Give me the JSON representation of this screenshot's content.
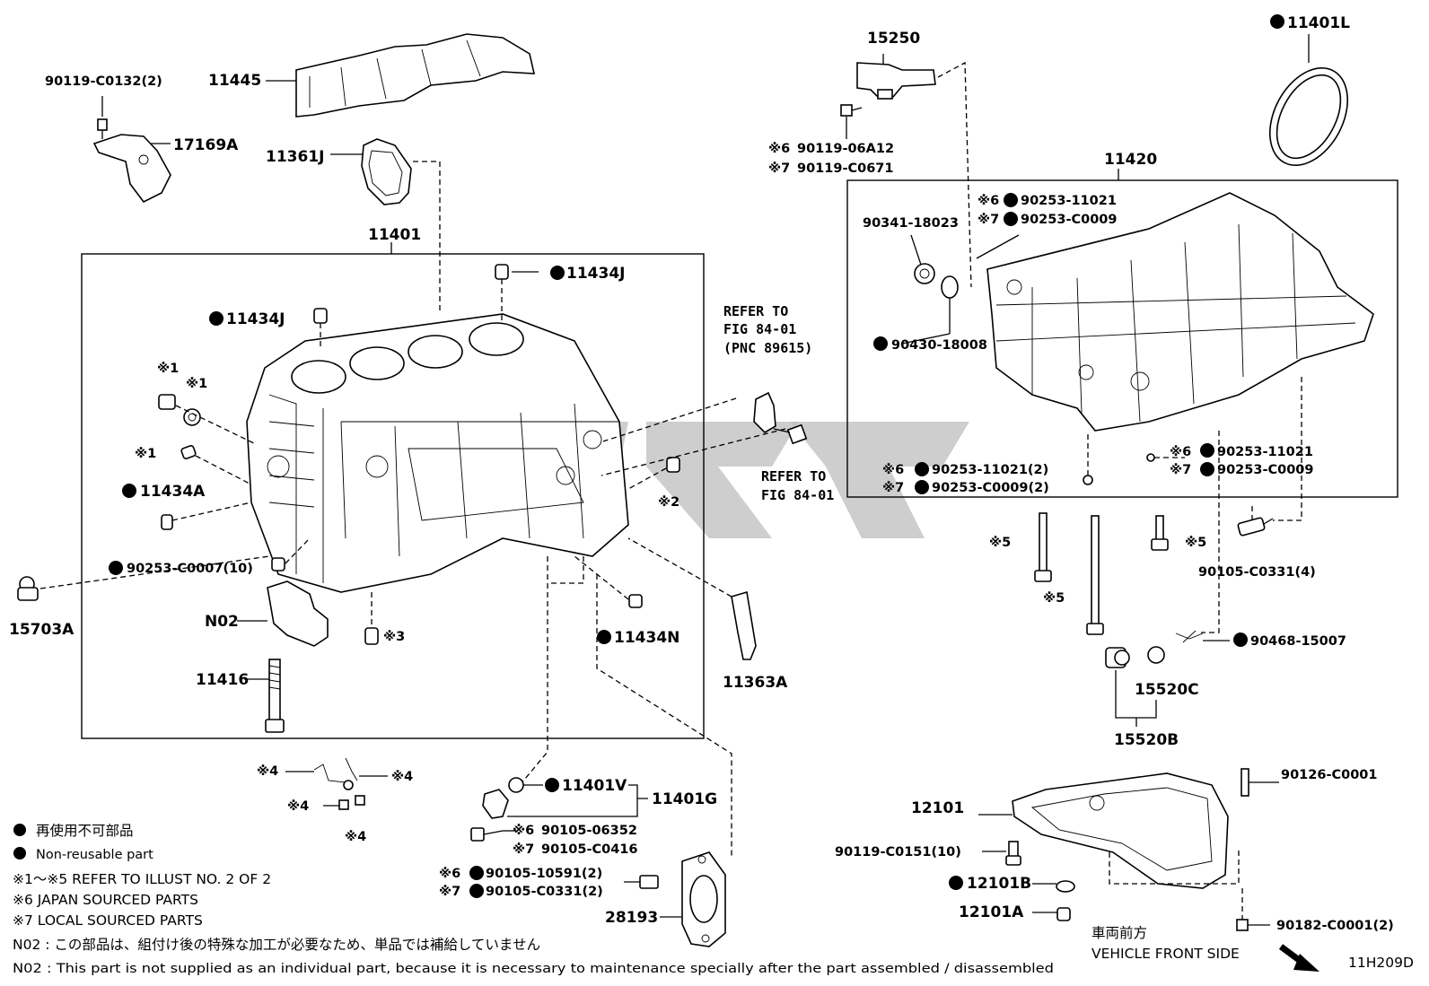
{
  "labels": {
    "p90119_C0132": "90119-C0132(2)",
    "p11445": "11445",
    "p17169A": "17169A",
    "p11361J": "11361J",
    "p11401": "11401",
    "p11434J_top": "11434J",
    "p11434J_left": "11434J",
    "p11434A": "11434A",
    "p90253_C0007": "90253-C0007(10)",
    "p15703A": "15703A",
    "pN02": "N02",
    "p11416": "11416",
    "p11434N": "11434N",
    "p11363A": "11363A",
    "p15250": "15250",
    "p90119_06A12": "90119-06A12",
    "p90119_C0671": "90119-C0671",
    "p11401L": "11401L",
    "p11420": "11420",
    "p90253_11021_a": "90253-11021",
    "p90253_C0009_a": "90253-C0009",
    "p90341_18023": "90341-18023",
    "p90430_18008": "90430-18008",
    "p90253_11021_b": "90253-11021(2)",
    "p90253_C0009_b": "90253-C0009(2)",
    "p90253_11021_c": "90253-11021",
    "p90253_C0009_c": "90253-C0009",
    "p90105_C0331_4": "90105-C0331(4)",
    "p90468_15007": "90468-15007",
    "p15520C": "15520C",
    "p15520B": "15520B",
    "p90126_C0001": "90126-C0001",
    "p12101": "12101",
    "p90119_C0151": "90119-C0151(10)",
    "p12101B": "12101B",
    "p12101A": "12101A",
    "p90182_C0001": "90182-C0001(2)",
    "p11401V": "11401V",
    "p11401G": "11401G",
    "p90105_06352": "90105-06352",
    "p90105_C0416": "90105-C0416",
    "p90105_10591": "90105-10591(2)",
    "p90105_C0331_2": "90105-C0331(2)",
    "p28193": "28193"
  },
  "marks": {
    "m1a": "※1",
    "m1b": "※1",
    "m1c": "※1",
    "m2": "※2",
    "m3": "※3",
    "m4a": "※4",
    "m4b": "※4",
    "m4c": "※4",
    "m4d": "※4",
    "m5a": "※5",
    "m5b": "※5",
    "m5c": "※5",
    "m6a": "※6",
    "m7a": "※7",
    "m6b": "※6",
    "m7b": "※7",
    "m6c": "※6",
    "m7c": "※7",
    "m6d": "※6",
    "m7d": "※7",
    "m6e": "※6",
    "m7e": "※7",
    "m6f": "※6",
    "m7f": "※7"
  },
  "refers": {
    "r1_line1": "REFER TO",
    "r1_line2": "FIG 84-01",
    "r1_line3": "(PNC 89615)",
    "r2_line1": "REFER TO",
    "r2_line2": "FIG 84-01"
  },
  "legend": {
    "nonreusable_jp": "再使用不可部品",
    "nonreusable_en": "Non-reusable part",
    "note_1_5": "※1～※5  REFER TO ILLUST NO. 2 OF 2",
    "note_6": "※6 JAPAN SOURCED PARTS",
    "note_7": "※7 LOCAL SOURCED PARTS",
    "n02_jp": "N02 : この部品は、組付け後の特殊な加工が必要なため、単品では補給していません",
    "n02_en": "N02 : This part is not supplied as an individual part, because it is necessary to maintenance specially after the part assembled / disassembled"
  },
  "footer": {
    "front_jp": "車両前方",
    "front_en": "VEHICLE FRONT SIDE",
    "illust_no": "11H209D"
  }
}
